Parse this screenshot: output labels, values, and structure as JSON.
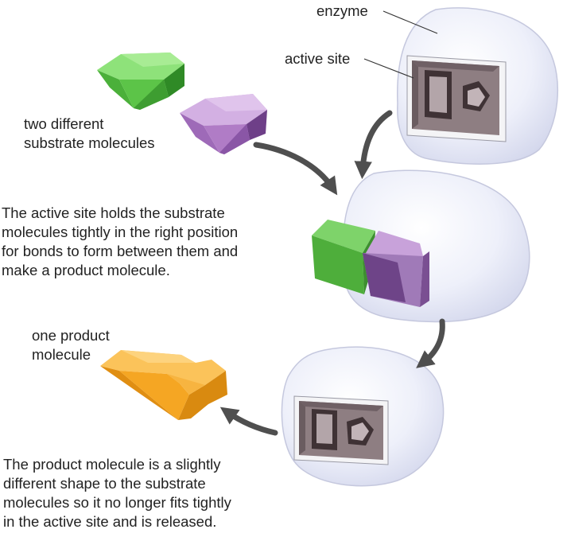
{
  "labels": {
    "enzyme": "enzyme",
    "active_site": "active site",
    "substrates": [
      "two different",
      "substrate molecules"
    ],
    "product": [
      "one product",
      "molecule"
    ]
  },
  "captions": {
    "binding": [
      "The active site holds the substrate",
      "molecules tightly in the right position",
      "for bonds to form between them and",
      "make a product molecule."
    ],
    "release": [
      "The product molecule is a slightly",
      "different shape to the substrate",
      "molecules so it no longer fits tightly",
      "in the active site and is released."
    ]
  },
  "colors": {
    "enzyme_fill": "#eceef9",
    "enzyme_edge": "#c5c8de",
    "green": "#5cc448",
    "purple": "#b07cc6",
    "orange": "#f5a623",
    "arrow": "#4f4f4f",
    "site": "#8e7e82"
  },
  "icons": [
    "enzyme-blob",
    "substrate-green-block",
    "substrate-purple-block",
    "product-orange-block",
    "flow-arrow"
  ]
}
